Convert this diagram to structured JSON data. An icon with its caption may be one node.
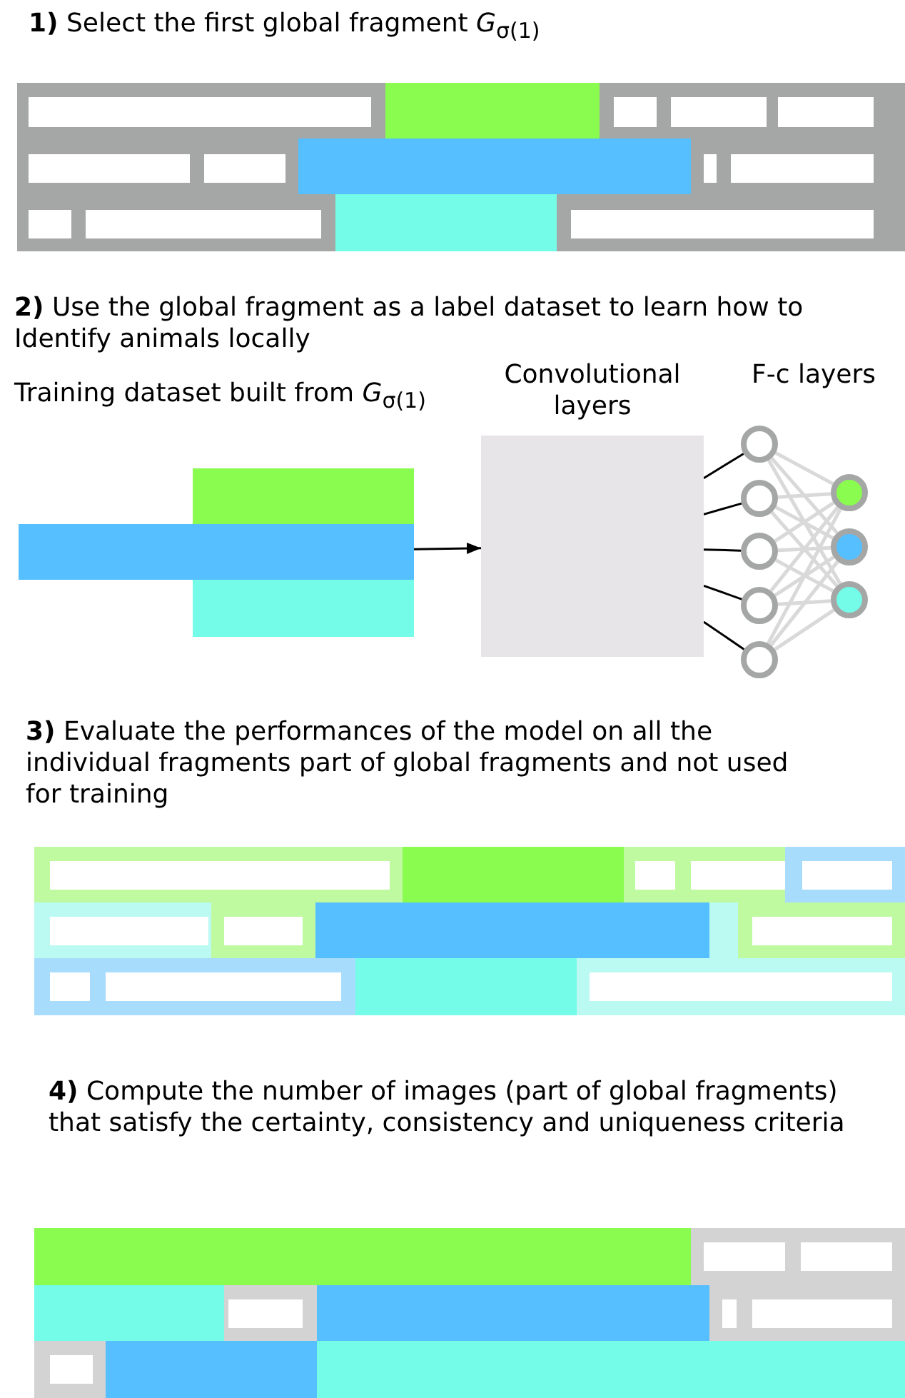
{
  "diagram": {
    "nodes": [
      {
        "text": [],
        "shape": "picture"
      },
      {
        "text": [
          "Convolutional layers"
        ]
      },
      {
        "text": [],
        "shape": "circle"
      },
      {
        "text": [],
        "shape": "circle"
      },
      {
        "text": [],
        "shape": "circle"
      },
      {
        "text": [],
        "shape": "circle"
      },
      {
        "text": [],
        "shape": "circle"
      },
      {
        "text": [],
        "shape": "circle"
      },
      {
        "text": [],
        "shape": "circle"
      },
      {
        "text": [],
        "shape": "circle"
      }
    ],
    "edges": [
      {
        "from": 0,
        "to": 1,
        "arrow": "to",
        "color": "#000000"
      },
      {
        "from": 1,
        "to": 2,
        "arrow": "none",
        "color": "#000000"
      },
      {
        "from": 1,
        "to": 3,
        "arrow": "none",
        "color": "#000000"
      },
      {
        "from": 1,
        "to": 4,
        "arrow": "none",
        "color": "#000000"
      },
      {
        "from": 1,
        "to": 5,
        "arrow": "none",
        "color": "#000000"
      },
      {
        "from": 1,
        "to": 6,
        "arrow": "none",
        "color": "#000000"
      },
      {
        "from": 2,
        "to": 7,
        "arrow": "none"
      },
      {
        "from": 2,
        "to": 8,
        "arrow": "none"
      },
      {
        "from": 2,
        "to": 9,
        "arrow": "none"
      },
      {
        "from": 3,
        "to": 7,
        "arrow": "none"
      },
      {
        "from": 3,
        "to": 8,
        "arrow": "none"
      },
      {
        "from": 3,
        "to": 9,
        "arrow": "none"
      },
      {
        "from": 4,
        "to": 7,
        "arrow": "none"
      },
      {
        "from": 4,
        "to": 8,
        "arrow": "none"
      },
      {
        "from": 4,
        "to": 9,
        "arrow": "none"
      },
      {
        "from": 5,
        "to": 7,
        "arrow": "none"
      },
      {
        "from": 5,
        "to": 8,
        "arrow": "none"
      },
      {
        "from": 5,
        "to": 9,
        "arrow": "none"
      },
      {
        "from": 6,
        "to": 7,
        "arrow": "none"
      },
      {
        "from": 6,
        "to": 8,
        "arrow": "none"
      },
      {
        "from": 6,
        "to": 9,
        "arrow": "none"
      }
    ],
    "labels": [
      "**1)** Select the first global fragment *G*$_{σ(1)}$",
      "**2)** Use the global fragment as a label dataset to learn how to Identify animals locally",
      "Training dataset built from *G*$_{σ(1)}$",
      "F-c layers",
      "**3)** Evaluate the performances of the model on all the individual fragments part of global fragments and not used for training",
      "**4)** Compute the number of images (part of global fragments) that satisfy the certainty, consistency and uniqueness criteria"
    ]
  }
}
